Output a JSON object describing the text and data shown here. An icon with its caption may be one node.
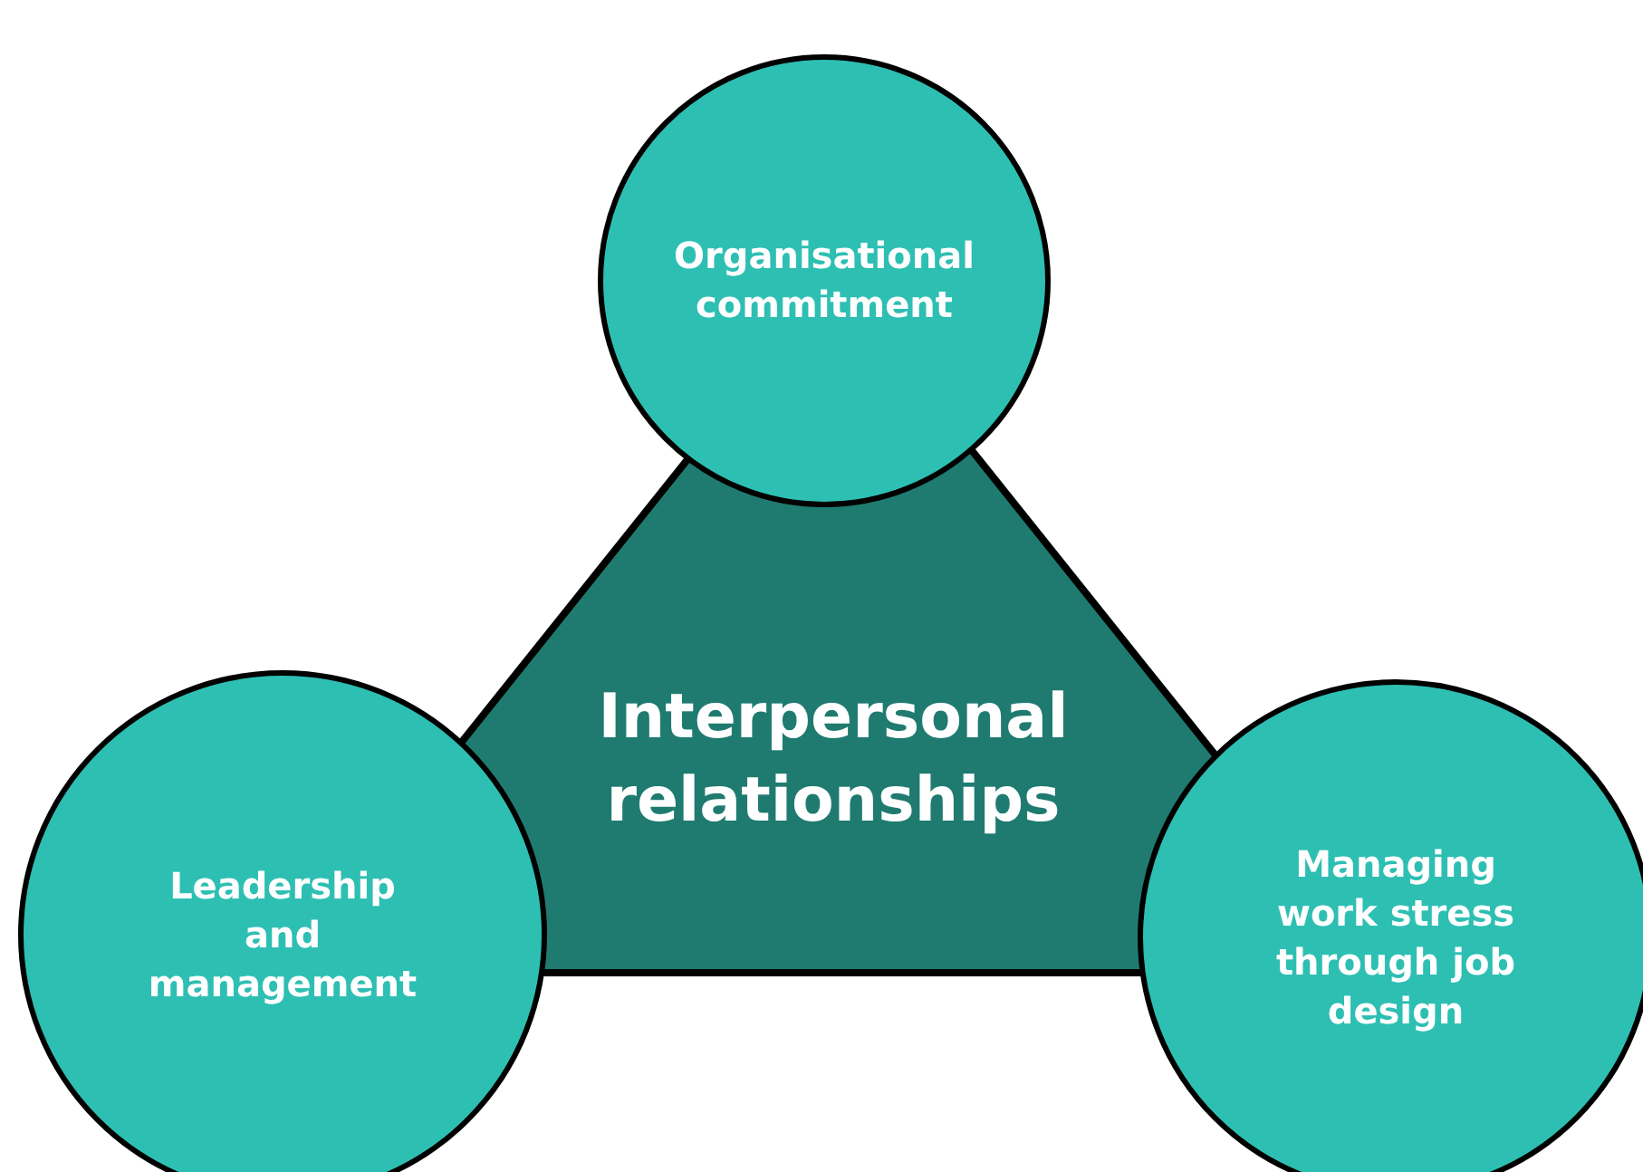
{
  "diagram": {
    "nodes": [
      {
        "text": [
          "Organisational commitment"
        ]
      },
      {
        "text": [
          "Interpersonal relationships"
        ]
      },
      {
        "text": [
          "Leadership and management"
        ]
      },
      {
        "text": [
          "Managing work stress through job design"
        ]
      }
    ]
  }
}
